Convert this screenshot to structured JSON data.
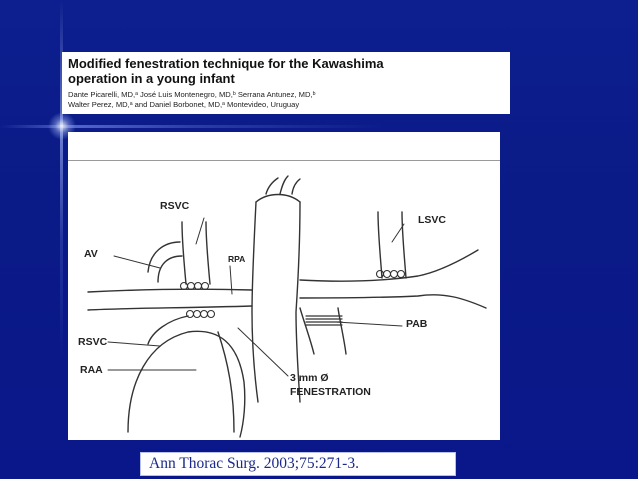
{
  "article": {
    "title_line1": "Modified fenestration technique for the Kawashima",
    "title_line2": "operation in a young infant",
    "authors_line1": "Dante Picarelli, MD,ᵃ José Luis Montenegro, MD,ᵇ Serrana Antunez, MD,ᵇ",
    "authors_line2": "Walter Perez, MD,ᵃ and Daniel Borbonet, MD,ᵃ Montevideo, Uruguay"
  },
  "figure": {
    "labels": {
      "rsvc_top": "RSVC",
      "lsvc": "LSVC",
      "av": "AV",
      "rpa": "RPA",
      "pab": "PAB",
      "rsvc_bottom": "RSVC",
      "raa": "RAA",
      "fenestration_line1": "3 mm Ø",
      "fenestration_line2": "FENESTRATION"
    }
  },
  "citation": "Ann Thorac Surg. 2003;75:271-3."
}
